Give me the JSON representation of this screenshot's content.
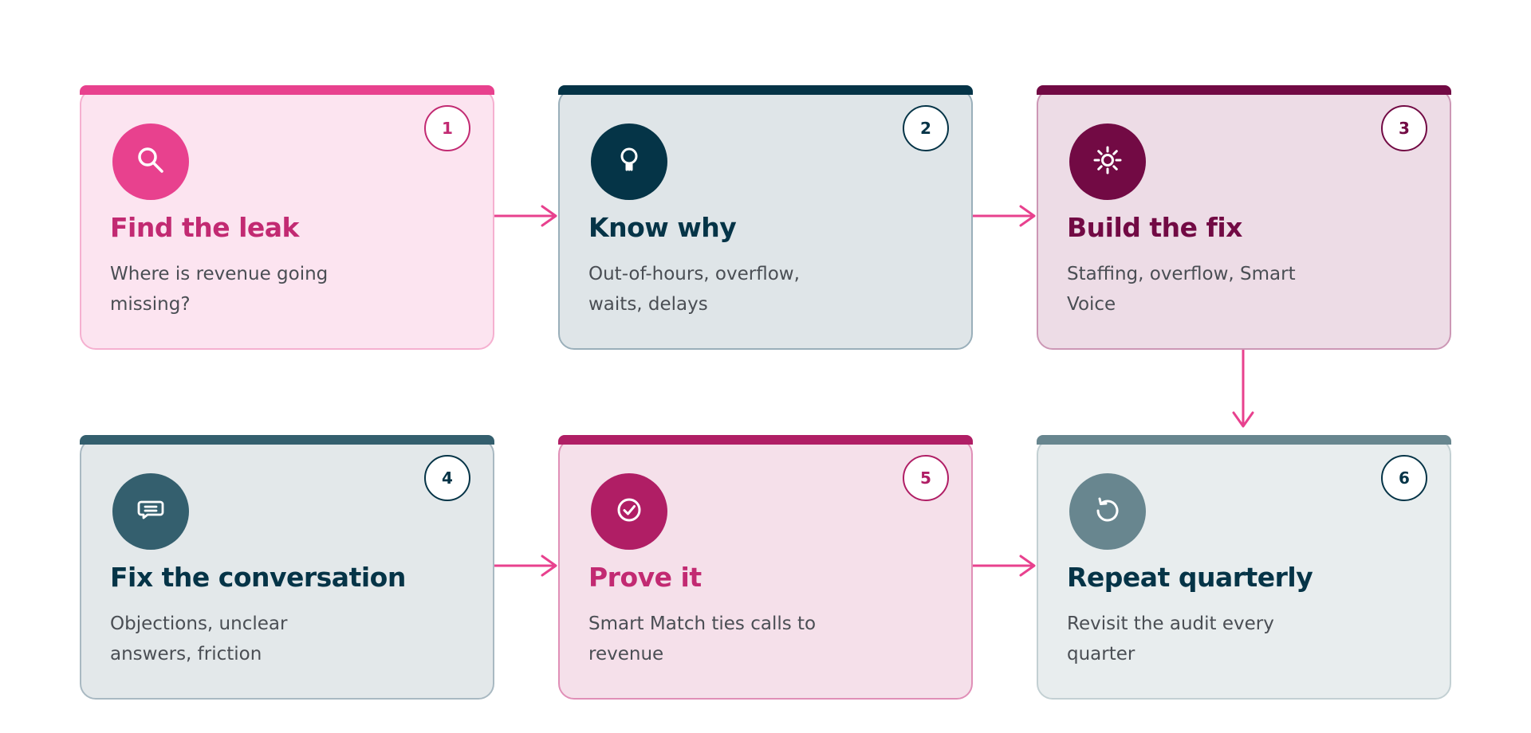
{
  "steps": [
    {
      "number": "1",
      "title": "Find the leak",
      "description": "Where is revenue going missing?",
      "icon": "search-icon",
      "colors": {
        "accent": "#e8418e",
        "title": "#c22a72",
        "badge": "#c22a72",
        "bg": "#fce4f0",
        "border": "#f5b0d0"
      }
    },
    {
      "number": "2",
      "title": "Know why",
      "description": "Out-of-hours, overflow, waits, delays",
      "icon": "lightbulb-icon",
      "colors": {
        "accent": "#053447",
        "title": "#053447",
        "badge": "#053447",
        "bg": "#dfe5e8",
        "border": "#9aafba"
      }
    },
    {
      "number": "3",
      "title": "Build the fix",
      "description": "Staffing, overflow, Smart Voice",
      "icon": "gear-icon",
      "colors": {
        "accent": "#720a44",
        "title": "#720a44",
        "badge": "#720a44",
        "bg": "#eddce6",
        "border": "#cc97b5"
      }
    },
    {
      "number": "4",
      "title": "Fix the conversation",
      "description": "Objections, unclear answers, friction",
      "icon": "chat-icon",
      "colors": {
        "accent": "#345f6e",
        "title": "#053447",
        "badge": "#053447",
        "bg": "#e3e8ea",
        "border": "#a9b9c2"
      }
    },
    {
      "number": "5",
      "title": "Prove it",
      "description": "Smart Match ties calls to revenue",
      "icon": "check-circle-icon",
      "colors": {
        "accent": "#b01e65",
        "title": "#c22a72",
        "badge": "#b01e65",
        "bg": "#f5e0ea",
        "border": "#e08fb7"
      }
    },
    {
      "number": "6",
      "title": "Repeat quarterly",
      "description": "Revisit the audit every quarter",
      "icon": "refresh-icon",
      "colors": {
        "accent": "#68868f",
        "title": "#053447",
        "badge": "#053447",
        "bg": "#e8edee",
        "border": "#c3d0d3"
      }
    }
  ],
  "connector_color": "#e8418e"
}
